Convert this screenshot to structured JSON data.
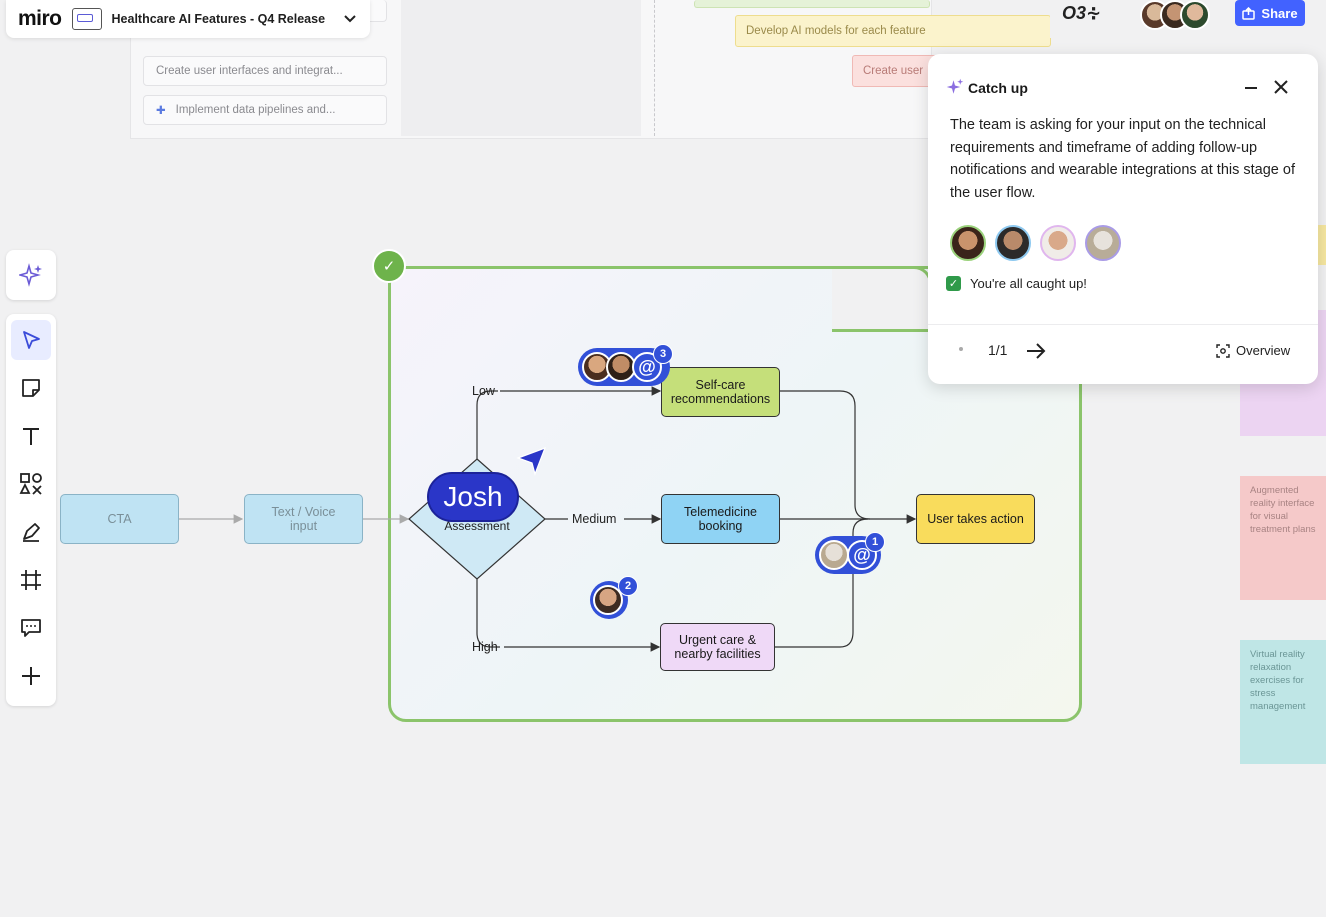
{
  "app": {
    "logo": "miro",
    "board_title": "Healthcare AI Features - Q4 Release"
  },
  "background_board": {
    "cards": [
      "Create user interfaces and integrat...",
      "Implement data pipelines and..."
    ],
    "notes": [
      "Develop AI models for each feature",
      "Create user"
    ]
  },
  "topbar": {
    "share_label": "Share",
    "reactions_glyph": "O3∻"
  },
  "flow": {
    "nodes": {
      "cta": "CTA",
      "text_voice_1": "Text / Voice",
      "text_voice_2": "input",
      "assessment": "Assessment",
      "selfcare_1": "Self-care",
      "selfcare_2": "recommendations",
      "telemedicine_1": "Telemedicine",
      "telemedicine_2": "booking",
      "urgent_1": "Urgent care &",
      "urgent_2": "nearby facilities",
      "user_action": "User takes action"
    },
    "edges": {
      "low": "Low",
      "medium": "Medium",
      "high": "High"
    },
    "cursor_label": "Josh",
    "comment_counts": {
      "top": "3",
      "middle": "2",
      "right": "1"
    }
  },
  "catch_up": {
    "title": "Catch up",
    "body": "The team is asking for your input on the technical requirements and timeframe of adding follow-up notifications and wearable integrations at this stage of the user flow.",
    "status": "You're all caught up!",
    "pager": "1/1",
    "overview_label": "Overview"
  },
  "side_notes": [
    "Augmented reality interface for visual treatment plans",
    "Virtual reality relaxation exercises for stress management"
  ],
  "colors": {
    "accent": "#4262ff",
    "frame": "#8bc46b",
    "selfcare": "#c5df7a",
    "telemedicine": "#8fd3f4",
    "urgent": "#efd9f7",
    "user_action": "#f9dc5c",
    "muted_node": "#bfe3f3"
  }
}
